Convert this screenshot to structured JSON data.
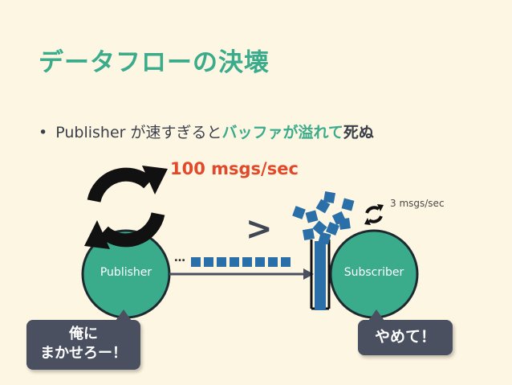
{
  "title": "データフローの決壊",
  "bullet": {
    "marker": "•",
    "part1": "Publisher が速すぎると",
    "part2": "バッファが溢れて",
    "part3": "死ぬ"
  },
  "publisher": {
    "label": "Publisher",
    "rate": "100 msgs/sec",
    "speech_line1": "俺に",
    "speech_line2": "まかせろー！"
  },
  "subscriber": {
    "label": "Subscriber",
    "rate": "3 msgs/sec",
    "speech": "やめて！"
  },
  "comparison_symbol": ">",
  "queue_ellipsis": "…",
  "colors": {
    "accent_green": "#3aab8b",
    "rate_red": "#e04a2a",
    "message_blue": "#2a6fa8",
    "node_fill": "#3aab8b",
    "bubble_bg": "#4b5060",
    "background": "#fdf6e3"
  },
  "icons": {
    "sync": "refresh-cycle-icon",
    "arrow": "arrow-right-icon",
    "message": "message-square-icon",
    "buffer": "buffer-container-icon"
  }
}
